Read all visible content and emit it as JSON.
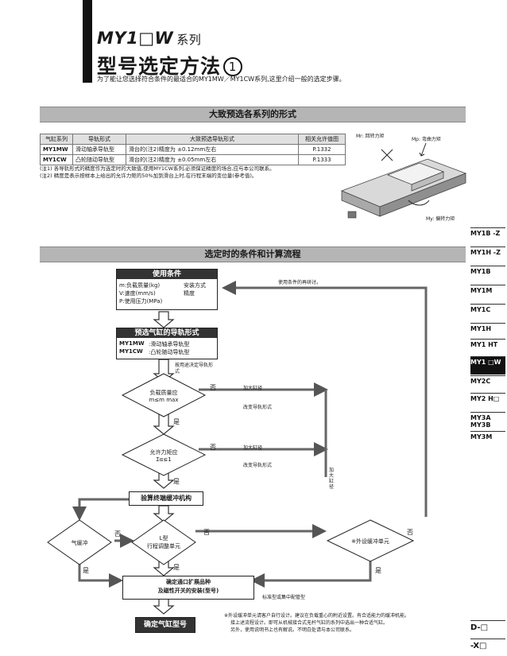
{
  "header": {
    "series_model": "MY1□W",
    "series_suffix": "系列",
    "title": "型号选定方法",
    "title_number": "1",
    "intro": "为了能让您选择符合条件的最适合的MY1MW／MY1CW系列,这里介绍一般的选定步骤。"
  },
  "section1": {
    "heading": "大致预选各系列的形式",
    "table": {
      "headers": [
        "气缸系列",
        "导轨形式",
        "大致预选导轨形式",
        "相关允许值图"
      ],
      "rows": [
        {
          "model": "MY1MW",
          "guide": "滑动轴承导轨型",
          "accuracy": "滑台的(注2)精度为 ±0.12mm左右",
          "page": "P.1332"
        },
        {
          "model": "MY1CW",
          "guide": "凸轮随动导轨型",
          "accuracy": "滑台的(注2)精度为 ±0.05mm左右",
          "page": "P.1333"
        }
      ]
    },
    "notes": [
      "(注1) 各导轨形式的精度作为选定时的大致值,使用MY1CW系列,必须保证精度的场合,应与本公司联系。",
      "(注2) 精度是表示按样本上给出的允许力矩的50%加到滑台上时,在行程末端的变位量(参考值)。"
    ],
    "moment_labels": {
      "mr": "Mr: 回转力矩",
      "mp": "Mp: 弯曲力矩",
      "my": "My: 偏转力矩"
    }
  },
  "section2": {
    "heading": "选定时的条件和计算流程",
    "conditions_box": {
      "title": "使用条件",
      "lines": [
        "m:负载质量(kg)",
        "V:速度(mm/s)",
        "P:使用压力(MPa)"
      ],
      "extras": [
        "安装方式",
        "精度"
      ]
    },
    "guide_box": {
      "title": "预选气缸的导轨形式",
      "lines": [
        {
          "model": "MY1MW",
          "desc": ":滑动轴承导轨型"
        },
        {
          "model": "MY1CW",
          "desc": ":凸轮随动导轨型"
        }
      ]
    },
    "decision_load": {
      "line1": "负载质量应",
      "line2": "m≤m max"
    },
    "decision_moment": {
      "line1": "允许力矩应",
      "line2": "Σα≤1"
    },
    "verify_box": "验算终端缓冲机构",
    "air_cushion": "气缓冲",
    "l_unit": {
      "line1": "L型",
      "line2": "行程调整单元"
    },
    "ext_unit": "※外设缓冲单元",
    "port_box": {
      "line1": "确定通口扩展品种",
      "line2": "及磁性开关的安装(型号)"
    },
    "final_box": "确定气缸型号",
    "labels": {
      "reexamine": "使用条件的再研讨。",
      "by_purpose": "按用途决定导轨形式",
      "no": "否",
      "yes": "是",
      "enlarge_bore": "加大缸径",
      "change_guide": "改变导轨形式",
      "enlarge_bore_vertical": "加大缸径",
      "standard_or_central": "标准型或集中配管型"
    },
    "footnote": [
      "※外设缓冲单元请客户自行设计。建议在负载重心的附近设置。有合适能力的缓冲机能。",
      "接上述流程设计。即可从机械接合式无杆气缸的系列中选出一种合适气缸。",
      "另外，使用说明书上也有解说。不明白处请与本公司联系。"
    ]
  },
  "side_tabs": [
    "MY1B -Z",
    "MY1H -Z",
    "MY1B",
    "MY1M",
    "MY1C",
    "MY1H",
    "MY1 HT",
    "MY1 □W",
    "MY2C",
    "MY2 H□",
    "MY3A MY3B",
    "MY3M"
  ],
  "bottom_tabs": [
    "D-□",
    "-X□"
  ]
}
